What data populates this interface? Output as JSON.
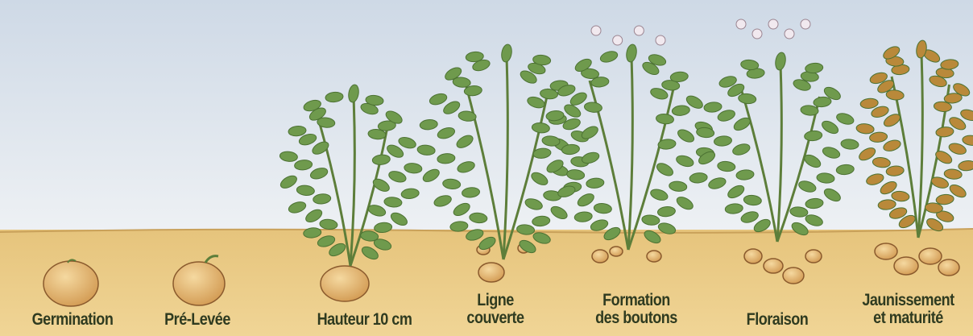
{
  "stages": [
    {
      "id": "germination",
      "lines": [
        "Germination"
      ]
    },
    {
      "id": "pre-levee",
      "lines": [
        "Pré-Levée"
      ]
    },
    {
      "id": "hauteur",
      "lines": [
        "Hauteur 10 cm"
      ]
    },
    {
      "id": "ligne-couverte",
      "lines": [
        "Ligne",
        "couverte"
      ]
    },
    {
      "id": "formation-boutons",
      "lines": [
        "Formation",
        "des boutons"
      ]
    },
    {
      "id": "floraison",
      "lines": [
        "Floraison"
      ]
    },
    {
      "id": "jaunissement",
      "lines": [
        "Jaunissement",
        "et maturité"
      ]
    }
  ],
  "colors": {
    "sky": "#dfe5ec",
    "soil": "#e9c983",
    "leaf": "#6f9a4d",
    "leaf_dark": "#4c7233",
    "stem": "#5d7e3a",
    "tuber": "#d7a05a",
    "tuber_outline": "#8a5a2d",
    "flower": "#f1e9ef",
    "yellow_leaf": "#b9893a",
    "label_text": "#2f3b20"
  }
}
